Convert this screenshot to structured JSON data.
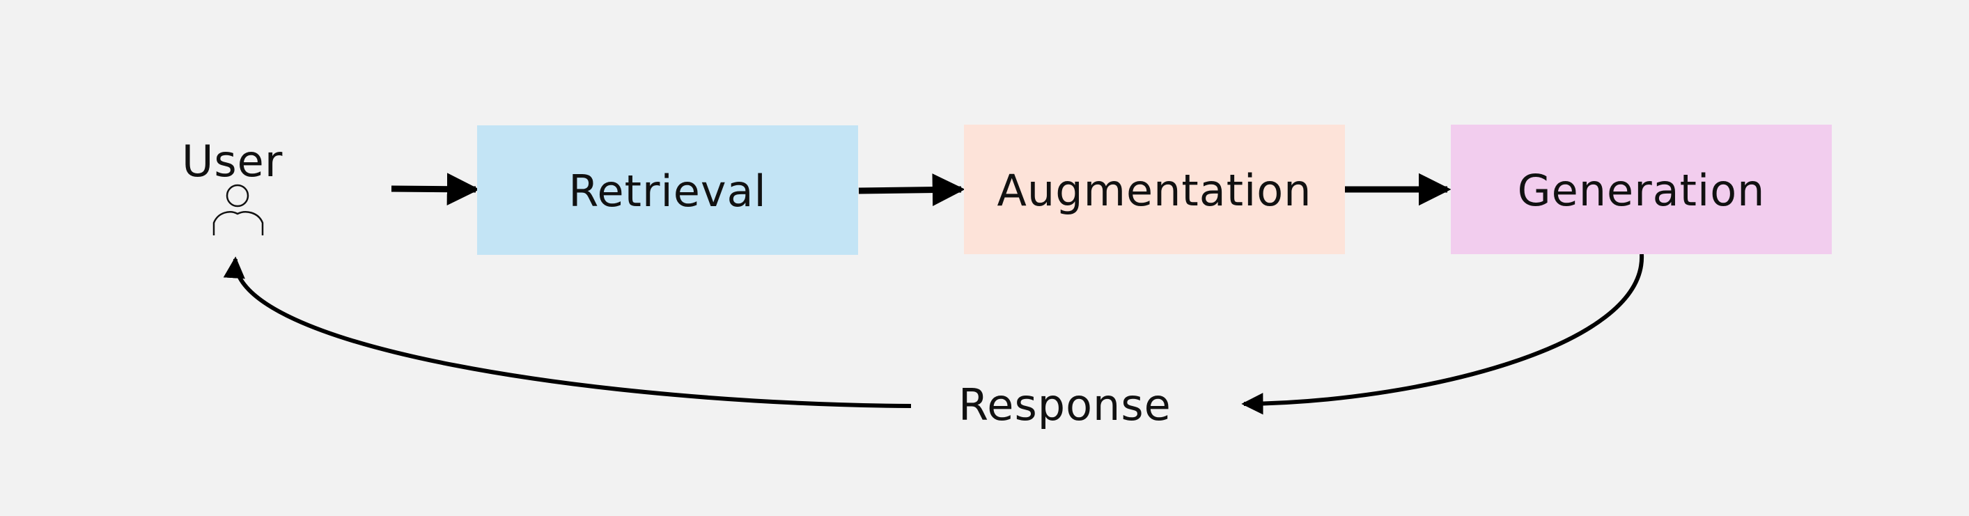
{
  "user": {
    "label": "User",
    "icon": "user-icon"
  },
  "steps": [
    {
      "id": "retrieval",
      "label": "Retrieval",
      "color": "#c3e4f5"
    },
    {
      "id": "augmentation",
      "label": "Augmentation",
      "color": "#fde3d9"
    },
    {
      "id": "generation",
      "label": "Generation",
      "color": "#f2cdee"
    }
  ],
  "response": {
    "label": "Response"
  },
  "line_color": "#000000"
}
